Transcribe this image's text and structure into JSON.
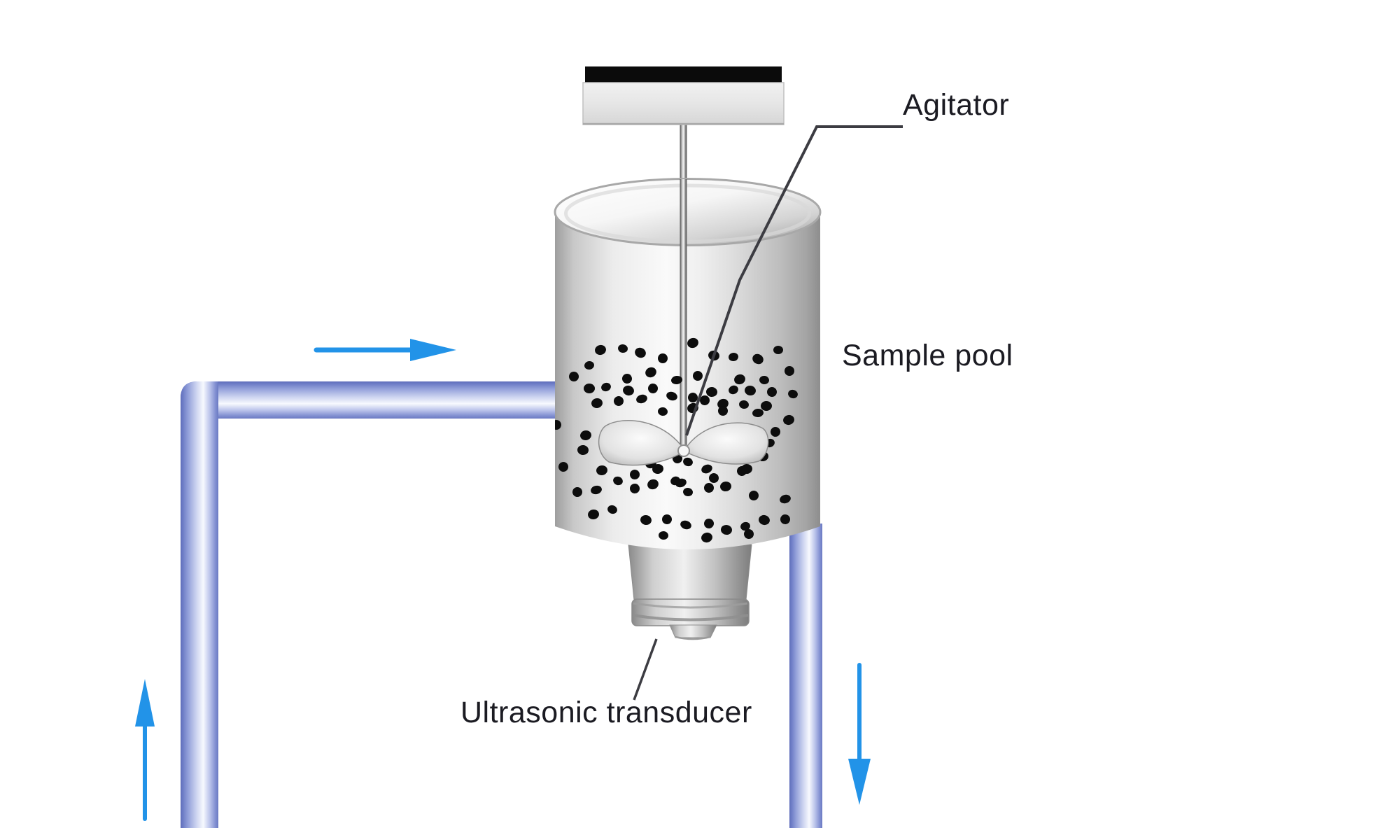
{
  "diagram": {
    "name": "ultrasonic-sample-pool-apparatus",
    "labels": {
      "agitator": {
        "text": "Agitator"
      },
      "sample_pool": {
        "text": "Sample pool"
      },
      "ultrasonic_transducer": {
        "text": "Ultrasonic transducer"
      }
    },
    "flow_arrows": [
      {
        "id": "flow-arrow-right",
        "direction": "right"
      },
      {
        "id": "flow-arrow-up",
        "direction": "up"
      },
      {
        "id": "flow-arrow-down",
        "direction": "down"
      }
    ],
    "colors": {
      "arrow": "#2293e8",
      "particle": "#0d0d0d",
      "label_text": "#1b1b22",
      "leader_line": "#3c3c42",
      "motor_cap": "#0b0b0b",
      "pipe_edge": "#6a79c2",
      "pipe_highlight": "#f7f9fe"
    },
    "particles": [
      [
        858,
        500,
        8,
        7,
        -15
      ],
      [
        890,
        498,
        7,
        6,
        10
      ],
      [
        915,
        504,
        8,
        7,
        25
      ],
      [
        947,
        512,
        7,
        7,
        0
      ],
      [
        990,
        490,
        8,
        7,
        -20
      ],
      [
        1020,
        508,
        8,
        7,
        15
      ],
      [
        1048,
        510,
        7,
        6,
        -10
      ],
      [
        1083,
        513,
        8,
        7,
        30
      ],
      [
        1112,
        500,
        7,
        6,
        0
      ],
      [
        930,
        532,
        8,
        7,
        -25
      ],
      [
        896,
        541,
        7,
        7,
        12
      ],
      [
        967,
        543,
        8,
        6,
        -8
      ],
      [
        997,
        537,
        7,
        7,
        20
      ],
      [
        1057,
        542,
        8,
        7,
        -18
      ],
      [
        1092,
        543,
        7,
        6,
        8
      ],
      [
        1128,
        530,
        7,
        7,
        0
      ],
      [
        842,
        522,
        7,
        6,
        -12
      ],
      [
        820,
        538,
        7,
        7,
        22
      ],
      [
        842,
        555,
        8,
        7,
        0
      ],
      [
        866,
        553,
        7,
        6,
        -20
      ],
      [
        898,
        558,
        8,
        7,
        14
      ],
      [
        933,
        555,
        7,
        7,
        -6
      ],
      [
        960,
        566,
        8,
        6,
        18
      ],
      [
        990,
        568,
        7,
        7,
        -14
      ],
      [
        1017,
        560,
        8,
        7,
        6
      ],
      [
        1048,
        557,
        7,
        6,
        -24
      ],
      [
        1072,
        558,
        8,
        7,
        10
      ],
      [
        1103,
        560,
        7,
        7,
        -4
      ],
      [
        1133,
        563,
        7,
        6,
        16
      ],
      [
        853,
        576,
        8,
        7,
        -10
      ],
      [
        884,
        573,
        7,
        7,
        24
      ],
      [
        917,
        570,
        8,
        6,
        -16
      ],
      [
        1007,
        572,
        7,
        7,
        4
      ],
      [
        1033,
        577,
        8,
        7,
        -22
      ],
      [
        1063,
        578,
        7,
        6,
        12
      ],
      [
        1095,
        580,
        8,
        7,
        -2
      ],
      [
        795,
        607,
        7,
        7,
        18
      ],
      [
        837,
        622,
        8,
        7,
        -12
      ],
      [
        947,
        588,
        7,
        6,
        8
      ],
      [
        990,
        583,
        8,
        7,
        -18
      ],
      [
        1033,
        587,
        7,
        7,
        14
      ],
      [
        1083,
        590,
        8,
        6,
        -6
      ],
      [
        1108,
        617,
        7,
        7,
        20
      ],
      [
        1127,
        600,
        8,
        7,
        -14
      ],
      [
        833,
        643,
        8,
        7,
        6
      ],
      [
        1100,
        633,
        7,
        6,
        -20
      ],
      [
        897,
        613,
        7,
        7,
        10
      ],
      [
        937,
        624,
        8,
        6,
        -8
      ],
      [
        805,
        667,
        7,
        7,
        16
      ],
      [
        860,
        672,
        8,
        7,
        -10
      ],
      [
        883,
        687,
        7,
        6,
        22
      ],
      [
        930,
        662,
        8,
        7,
        -16
      ],
      [
        968,
        655,
        7,
        7,
        4
      ],
      [
        1010,
        670,
        8,
        6,
        -22
      ],
      [
        1060,
        673,
        7,
        7,
        12
      ],
      [
        1090,
        652,
        8,
        7,
        -4
      ],
      [
        983,
        660,
        7,
        6,
        18
      ],
      [
        940,
        670,
        8,
        7,
        -12
      ],
      [
        907,
        678,
        7,
        7,
        8
      ],
      [
        973,
        690,
        8,
        6,
        -18
      ],
      [
        1020,
        683,
        7,
        7,
        14
      ],
      [
        1067,
        670,
        8,
        7,
        -6
      ],
      [
        825,
        703,
        7,
        7,
        20
      ],
      [
        852,
        700,
        8,
        6,
        -14
      ],
      [
        907,
        698,
        7,
        7,
        6
      ],
      [
        933,
        692,
        8,
        7,
        -20
      ],
      [
        983,
        703,
        7,
        6,
        10
      ],
      [
        1037,
        695,
        8,
        7,
        -8
      ],
      [
        1077,
        708,
        7,
        7,
        24
      ],
      [
        1122,
        713,
        8,
        6,
        -16
      ],
      [
        1013,
        697,
        7,
        7,
        2
      ],
      [
        965,
        687,
        7,
        6,
        -24
      ],
      [
        923,
        743,
        8,
        7,
        12
      ],
      [
        953,
        742,
        7,
        7,
        -4
      ],
      [
        980,
        750,
        8,
        6,
        18
      ],
      [
        1013,
        748,
        7,
        7,
        -12
      ],
      [
        1038,
        757,
        8,
        7,
        8
      ],
      [
        1065,
        752,
        7,
        6,
        -18
      ],
      [
        1092,
        743,
        8,
        7,
        14
      ],
      [
        1122,
        742,
        7,
        7,
        -6
      ],
      [
        875,
        728,
        7,
        6,
        20
      ],
      [
        848,
        735,
        8,
        7,
        -10
      ],
      [
        948,
        765,
        7,
        6,
        6
      ],
      [
        1010,
        768,
        8,
        7,
        -14
      ],
      [
        1070,
        763,
        7,
        7,
        10
      ]
    ]
  }
}
